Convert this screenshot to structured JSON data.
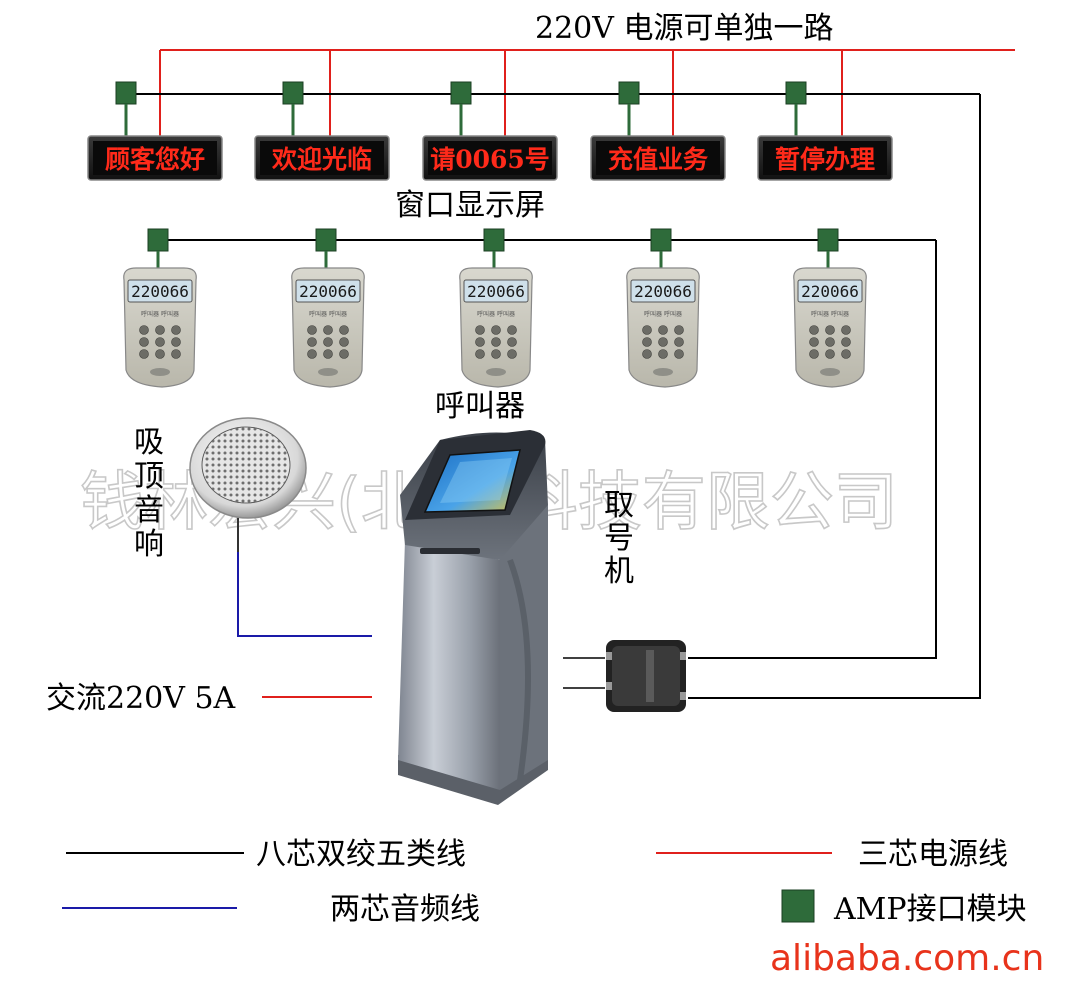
{
  "power_header": "220V 电源可单独一路",
  "window_displays": {
    "label": "窗口显示屏",
    "messages": [
      "顾客您好",
      "欢迎光临",
      "请0065号",
      "充值业务",
      "暂停办理"
    ]
  },
  "callers": {
    "label": "呼叫器",
    "lcd_text": "220066",
    "panel_text": "呼叫器 呼叫器",
    "count": 5
  },
  "speaker": {
    "label": "吸顶音响"
  },
  "kiosk": {
    "label": "取号机"
  },
  "ac_input": "交流220V 5A",
  "watermark": "钱林宏兴(北京)科技有限公司",
  "legend": {
    "cat5": "八芯双绞五类线",
    "power": "三芯电源线",
    "audio": "两芯音频线",
    "amp": "AMP接口模块"
  },
  "footer_brand": "alibaba.com.cn",
  "colors": {
    "power_line": "#e0201c",
    "cat5_line": "#000000",
    "audio_line": "#1a1aa8",
    "amp_module": "#2e6b3a",
    "led_text": "#ff2a1a",
    "brand": "#e8331b"
  }
}
